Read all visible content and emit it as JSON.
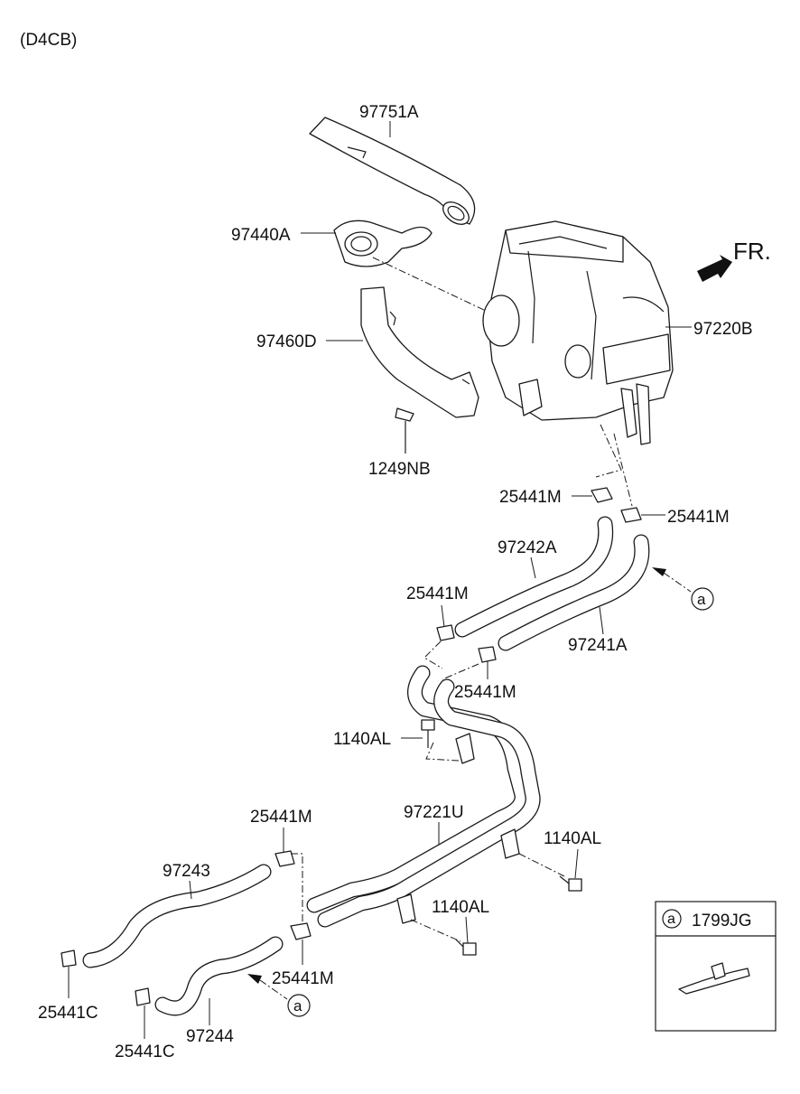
{
  "header": {
    "engine_code": "(D4CB)"
  },
  "direction": {
    "label": "FR."
  },
  "callouts": {
    "letter": "a",
    "ref_letter": "a",
    "ref_part": "1799JG"
  },
  "parts": {
    "p97751A": "97751A",
    "p97440A": "97440A",
    "p97460D": "97460D",
    "p1249NB": "1249NB",
    "p97220B": "97220B",
    "p25441M": "25441M",
    "p97242A": "97242A",
    "p97241A": "97241A",
    "p1140AL": "1140AL",
    "p97221U": "97221U",
    "p97243": "97243",
    "p97244": "97244",
    "p25441C": "25441C"
  }
}
